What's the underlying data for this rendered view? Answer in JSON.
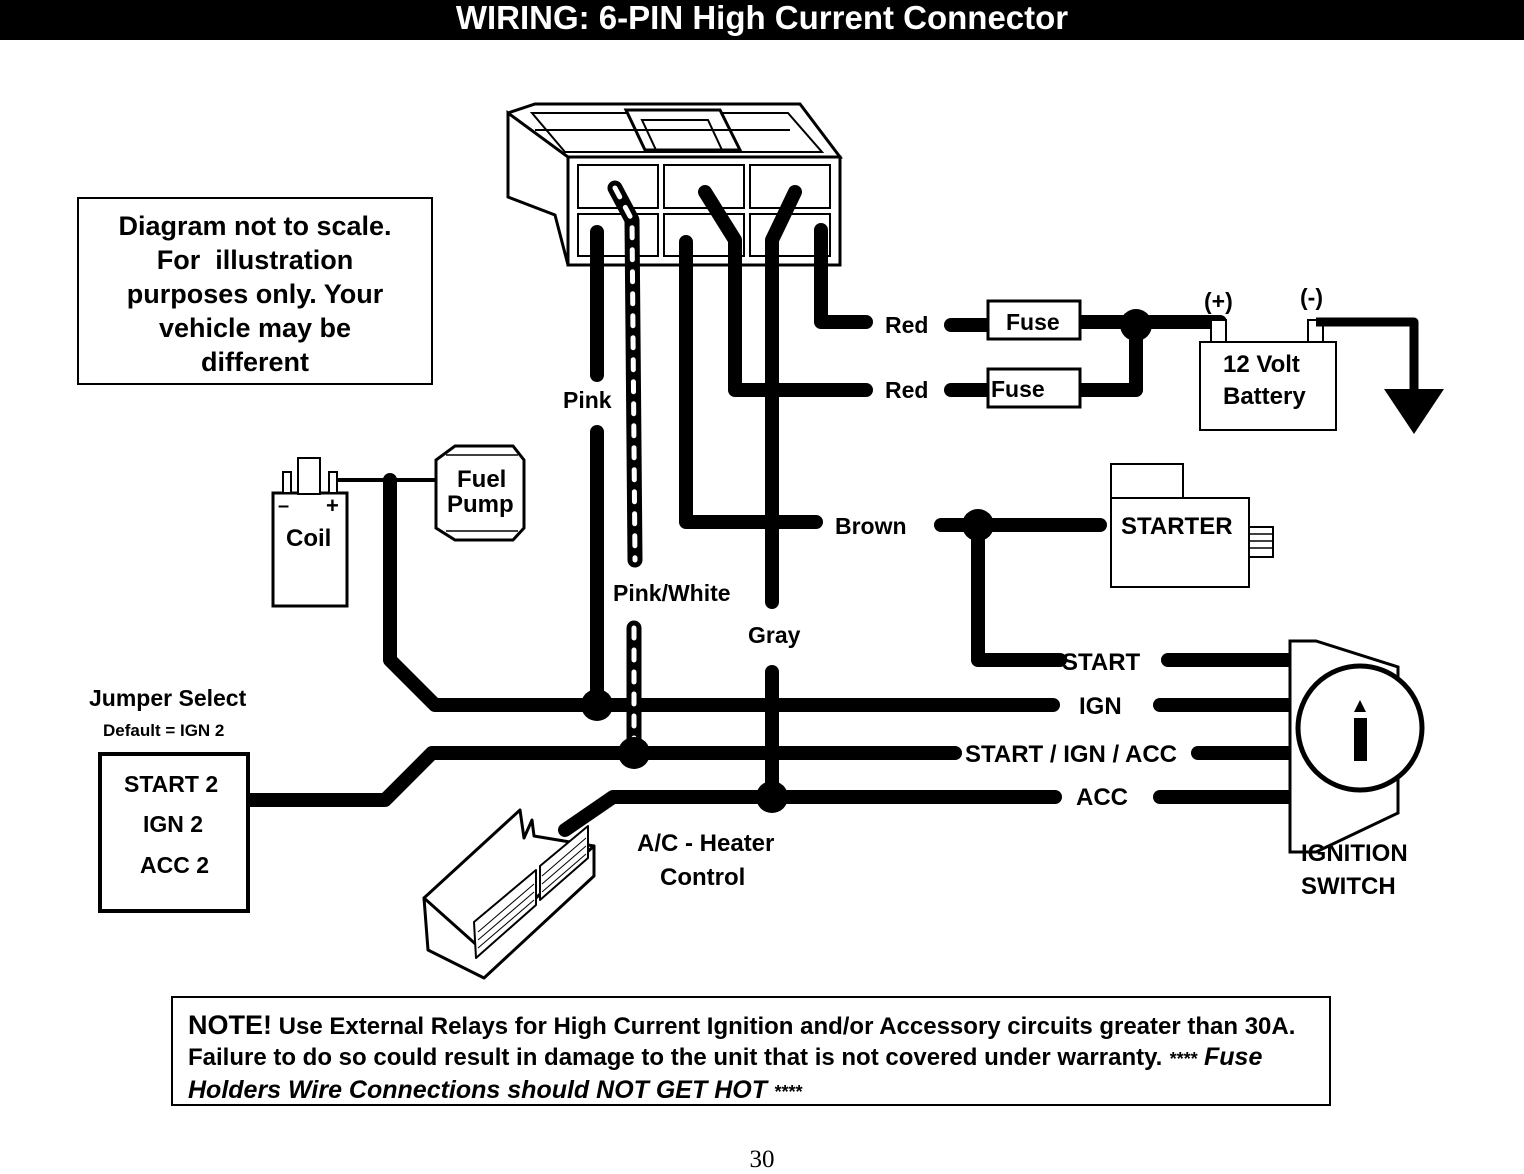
{
  "title": "WIRING: 6-PIN High Current Connector",
  "disclaimer": [
    "Diagram not to scale.",
    "For  illustration",
    "purposes only. Your",
    "vehicle may be",
    "different"
  ],
  "wires": {
    "red_1": "Red",
    "red_2": "Red",
    "pink": "Pink",
    "pink_white": "Pink/White",
    "gray": "Gray",
    "brown": "Brown"
  },
  "fuses": [
    "Fuse",
    "Fuse"
  ],
  "battery": {
    "positive": "(+)",
    "negative": "(-)",
    "line1": "12 Volt",
    "line2": "Battery"
  },
  "starter": "STARTER",
  "coil": {
    "minus": "–",
    "plus": "+",
    "label": "Coil"
  },
  "fuel_pump": {
    "line1": "Fuel",
    "line2": "Pump"
  },
  "ignition_terminals": [
    "START",
    "IGN",
    "START / IGN / ACC",
    "ACC"
  ],
  "ignition_switch": {
    "line1": "IGNITION",
    "line2": "SWITCH"
  },
  "jumper": {
    "title": "Jumper Select",
    "default": "Default = IGN 2",
    "options": [
      "START 2",
      "IGN 2",
      "ACC 2"
    ]
  },
  "ac_heater": {
    "line1": "A/C - Heater",
    "line2": "Control"
  },
  "note": {
    "head": "NOTE!",
    "text1": " Use External Relays for High Current Ignition and/or Accessory circuits greater than 30A.  Failure to do so could result in damage to the unit that is not covered under warranty. ",
    "stars_open": "****",
    "emphasis": " Fuse Holders Wire Connections should NOT GET HOT ",
    "stars_close": "****"
  },
  "page_number": "30",
  "colors": {
    "ink": "#000000",
    "paper": "#ffffff"
  }
}
